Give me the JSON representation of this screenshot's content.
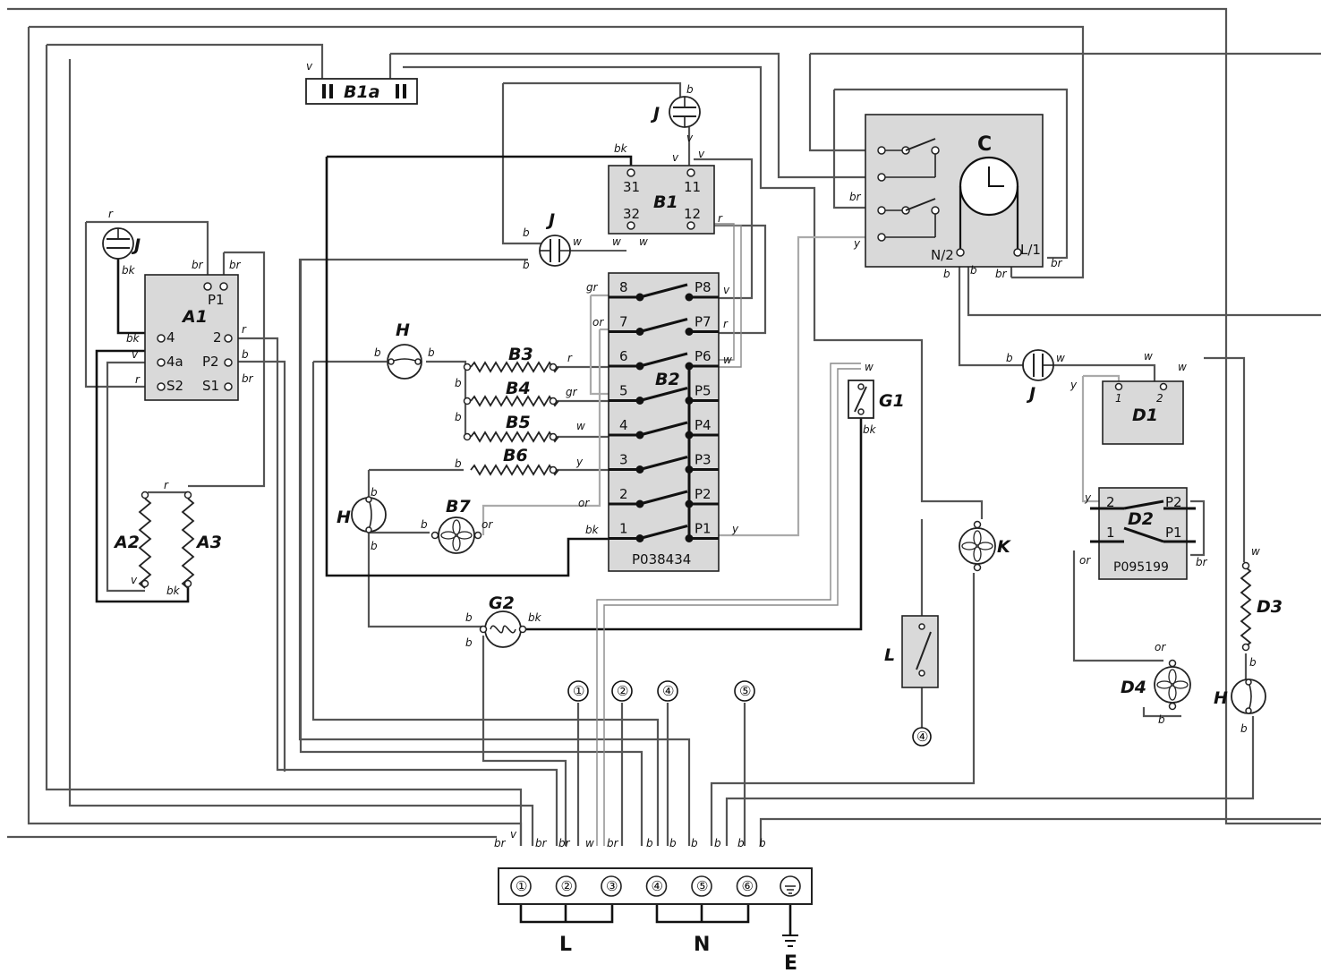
{
  "components": {
    "b1a": "B1a",
    "b1": "B1",
    "b2": "B2",
    "b3": "B3",
    "b4": "B4",
    "b5": "B5",
    "b6": "B6",
    "b7": "B7",
    "c": "C",
    "a1": "A1",
    "a2": "A2",
    "a3": "A3",
    "j": "J",
    "h": "H",
    "g1": "G1",
    "g2": "G2",
    "k": "K",
    "l": "L",
    "d1": "D1",
    "d2": "D2",
    "d3": "D3",
    "d4": "D4"
  },
  "b1_pins": {
    "p31": "31",
    "p11": "11",
    "p32": "32",
    "p12": "12"
  },
  "a1_pins": {
    "p1": "P1",
    "p4": "4",
    "p4a": "4a",
    "ps2": "S2",
    "p2": "2",
    "pp2": "P2",
    "ps1": "S1"
  },
  "b2_pins": {
    "left": [
      "8",
      "7",
      "6",
      "5",
      "4",
      "3",
      "2",
      "1"
    ],
    "right": [
      "P8",
      "P7",
      "P6",
      "P5",
      "P4",
      "P3",
      "P2",
      "P1"
    ]
  },
  "b2_code": "P038434",
  "c_pins": {
    "n2": "N/2",
    "l1": "L/1"
  },
  "d1_pins": {
    "p1": "1",
    "p2": "2"
  },
  "d2_pins": {
    "p2": "2",
    "pp2": "P2",
    "p1": "1",
    "pp1": "P1"
  },
  "d2_code": "P095199",
  "wire_codes": {
    "v": "v",
    "br": "br",
    "b": "b",
    "bk": "bk",
    "w": "w",
    "r": "r",
    "gr": "gr",
    "or": "or",
    "y": "y"
  },
  "terminal_block": {
    "terminals": [
      "①",
      "②",
      "③",
      "④",
      "⑤",
      "⑥"
    ],
    "wire_labels": [
      "br",
      "v",
      "br",
      "br",
      "w",
      "br",
      "b",
      "b",
      "b",
      "b",
      "b",
      "b"
    ],
    "group_l": "L",
    "group_n": "N",
    "earth": "E"
  },
  "circled_refs": [
    "①",
    "②",
    "④",
    "⑤"
  ],
  "l_ref": "④"
}
